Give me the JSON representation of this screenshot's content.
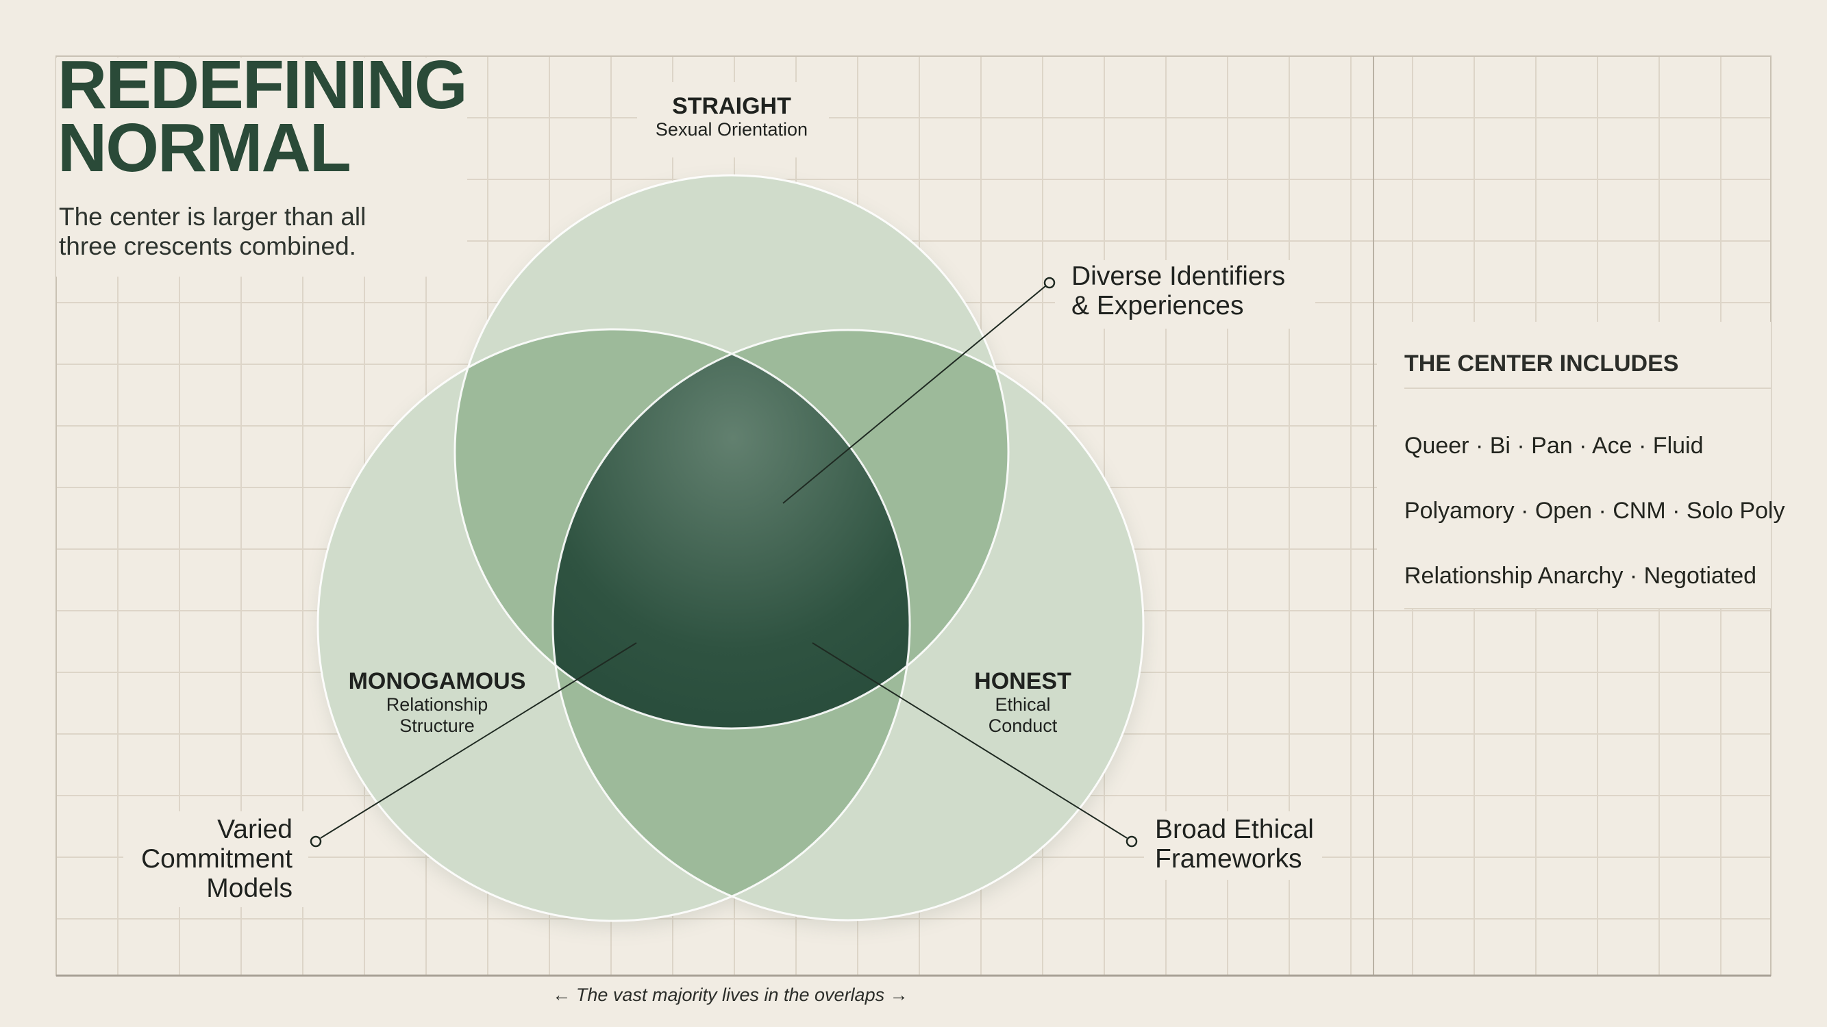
{
  "header": {
    "title_line1": "REDEFINING",
    "title_line2": "NORMAL",
    "subtitle_line1": "The center is larger than all",
    "subtitle_line2": "three crescents combined."
  },
  "venn": {
    "sets": [
      {
        "id": "top",
        "name": "STRAIGHT",
        "sub_line1": "Sexual Orientation",
        "sub_line2": ""
      },
      {
        "id": "left",
        "name": "MONOGAMOUS",
        "sub_line1": "Relationship",
        "sub_line2": "Structure"
      },
      {
        "id": "right",
        "name": "HONEST",
        "sub_line1": "Ethical",
        "sub_line2": "Conduct"
      }
    ],
    "callouts": [
      {
        "id": "center",
        "line1": "Diverse Identifiers",
        "line2": "& Experiences",
        "line3": ""
      },
      {
        "id": "left-outer",
        "line1": "Varied",
        "line2": "Commitment",
        "line3": "Models"
      },
      {
        "id": "right-outer",
        "line1": "Broad Ethical",
        "line2": "Frameworks",
        "line3": ""
      }
    ],
    "colors": {
      "circle_fill": "#a9c4a6",
      "pair_overlap": "#94b394",
      "center": "#2a4e3c",
      "outline": "#ffffff",
      "title": "#2a4a38"
    }
  },
  "panel": {
    "title": "THE CENTER INCLUDES",
    "items": [
      "Queer · Bi · Pan · Ace · Fluid",
      "Polyamory · Open · CNM · Solo Poly",
      "Relationship Anarchy · Negotiated"
    ]
  },
  "footer": {
    "caption": "← The vast majority lives in the overlaps →"
  }
}
